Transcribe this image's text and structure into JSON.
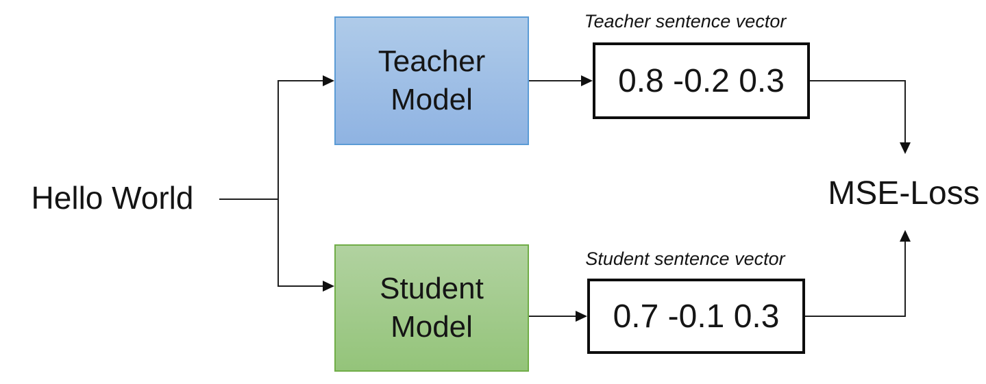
{
  "diagram": {
    "type": "flow-diagram",
    "background": "#ffffff",
    "line_color": "#1f1f1f"
  },
  "input": {
    "label": "Hello World"
  },
  "teacher": {
    "lines": [
      "Teacher",
      "Model"
    ],
    "fill_top": "#afcbe9",
    "fill_bottom": "#8fb3e2",
    "border": "#5b9bd5",
    "vector_label": "Teacher sentence vector",
    "vector": "0.8 -0.2 0.3"
  },
  "student": {
    "lines": [
      "Student",
      "Model"
    ],
    "fill_top": "#b1d2a0",
    "fill_bottom": "#94c47a",
    "border": "#70ad47",
    "vector_label": "Student sentence vector",
    "vector": "0.7 -0.1 0.3"
  },
  "loss": {
    "label": "MSE-Loss"
  },
  "icons": {
    "arrowheads": [
      "arrow-right-icon",
      "arrow-down-icon",
      "arrow-up-icon"
    ]
  }
}
